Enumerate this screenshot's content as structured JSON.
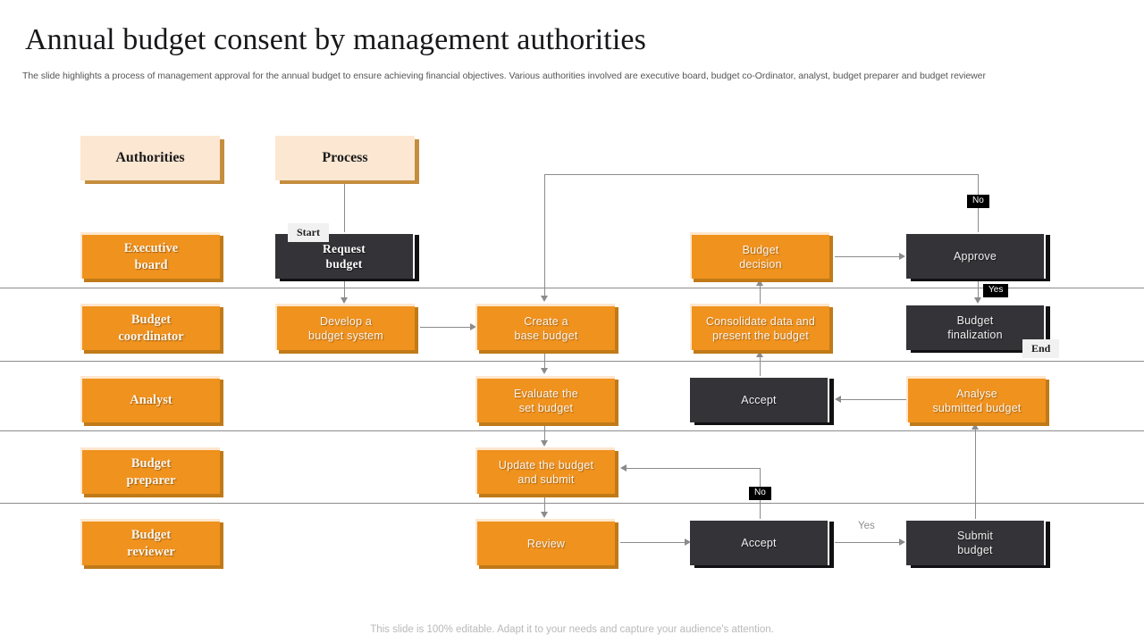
{
  "slide": {
    "title": "Annual budget consent by management authorities",
    "subtitle": "The slide highlights a process of management approval for the annual budget to ensure achieving financial objectives. Various authorities involved are executive board, budget co-Ordinator, analyst, budget preparer and budget reviewer",
    "footer": "This slide is 100% editable. Adapt it to your needs and capture your audience's attention."
  },
  "colors": {
    "orange": "#f0921e",
    "orange_shadow": "#c07a18",
    "dark": "#333338",
    "dark_shadow": "#111114",
    "pale": "#fce7d2",
    "pale_shadow": "#c58d3e",
    "connector": "#8b8b8b",
    "lane_line": "#8c8c8c",
    "badge_dark": "#000000",
    "badge_pale": "#f1f1f1"
  },
  "headers": {
    "authorities": "Authorities",
    "process": "Process"
  },
  "roles": [
    {
      "label": "Executive\nboard",
      "line1": "Executive",
      "line2": "board"
    },
    {
      "label": "Budget\ncoordinator",
      "line1": "Budget",
      "line2": "coordinator"
    },
    {
      "label": "Analyst",
      "line1": "Analyst",
      "line2": ""
    },
    {
      "label": "Budget\npreparer",
      "line1": "Budget",
      "line2": "preparer"
    },
    {
      "label": "Budget\nreviewer",
      "line1": "Budget",
      "line2": "reviewer"
    }
  ],
  "nodes": {
    "request_budget": {
      "line1": "Request",
      "line2": "budget",
      "fill": "dark"
    },
    "develop_system": {
      "line1": "Develop a",
      "line2": "budget system",
      "fill": "orange"
    },
    "create_base": {
      "line1": "Create a",
      "line2": "base budget",
      "fill": "orange"
    },
    "evaluate_set": {
      "line1": "Evaluate the",
      "line2": "set budget",
      "fill": "orange"
    },
    "update_submit": {
      "line1": "Update the budget",
      "line2": "and submit",
      "fill": "orange"
    },
    "review": {
      "line1": "Review",
      "line2": "",
      "fill": "orange"
    },
    "accept_reviewer": {
      "line1": "Accept",
      "line2": "",
      "fill": "dark"
    },
    "submit_budget": {
      "line1": "Submit",
      "line2": "budget",
      "fill": "dark"
    },
    "analyse_submitted": {
      "line1": "Analyse",
      "line2": "submitted budget",
      "fill": "orange"
    },
    "accept_analyst": {
      "line1": "Accept",
      "line2": "",
      "fill": "dark"
    },
    "consolidate": {
      "line1": "Consolidate data and",
      "line2": "present the budget",
      "fill": "orange"
    },
    "budget_decision": {
      "line1": "Budget",
      "line2": "decision",
      "fill": "orange"
    },
    "approve": {
      "line1": "Approve",
      "line2": "",
      "fill": "dark"
    },
    "budget_final": {
      "line1": "Budget",
      "line2": "finalization",
      "fill": "dark"
    }
  },
  "badges": {
    "start": "Start",
    "end": "End",
    "no_approve": "No",
    "yes_approve": "Yes",
    "no_accept": "No",
    "yes_accept": "Yes"
  }
}
